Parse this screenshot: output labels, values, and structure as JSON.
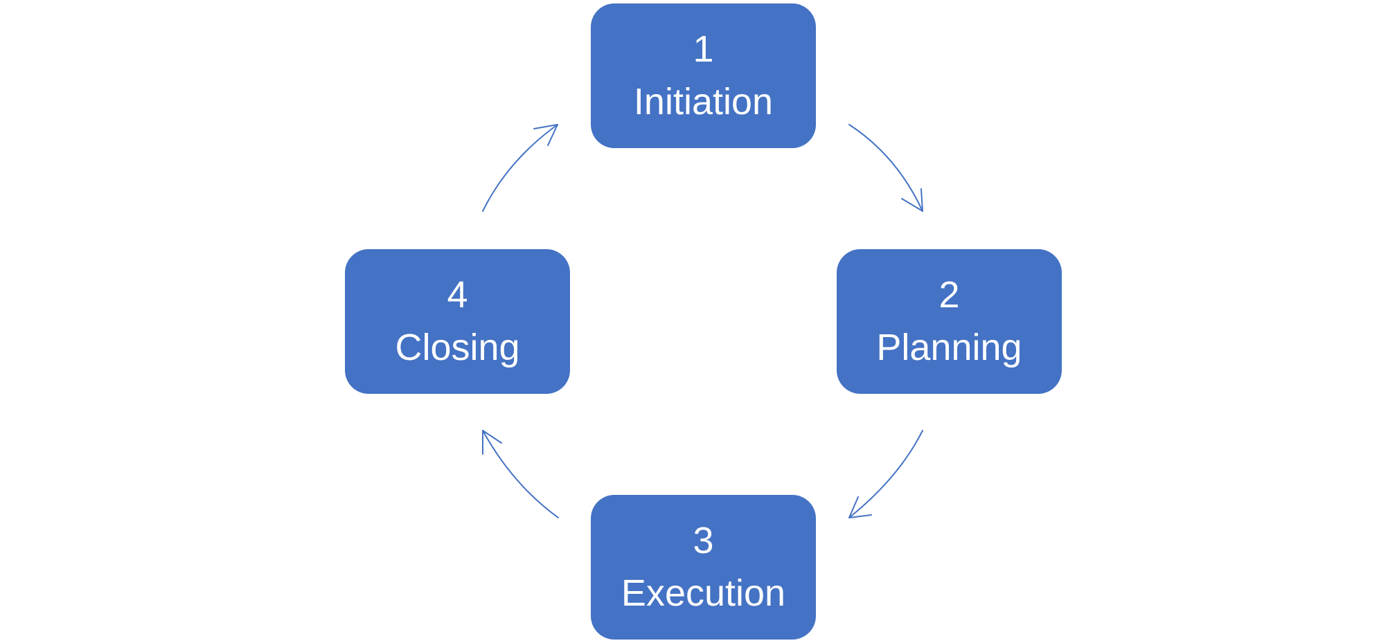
{
  "diagram": {
    "stages": [
      {
        "number": "1",
        "label": "Initiation"
      },
      {
        "number": "2",
        "label": "Planning"
      },
      {
        "number": "3",
        "label": "Execution"
      },
      {
        "number": "4",
        "label": "Closing"
      }
    ],
    "colors": {
      "box_fill": "#4472c4",
      "box_text": "#ffffff",
      "arrow": "#4472c4",
      "background": "#ffffff"
    }
  }
}
